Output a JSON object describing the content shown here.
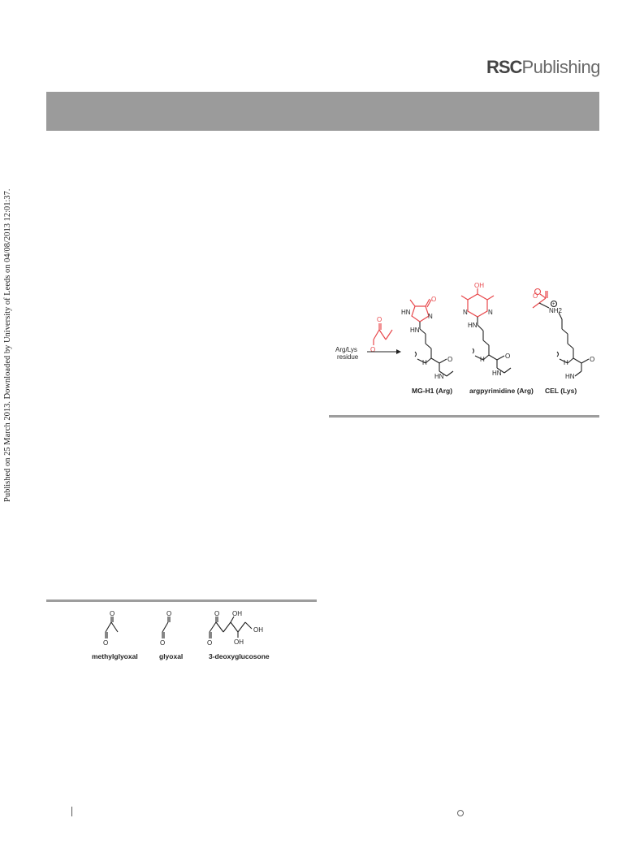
{
  "header": {
    "logo_bold": "RSC",
    "logo_light": "Publishing"
  },
  "sidebar": {
    "published_note": "Published on 25 March 2013. Downloaded by University of Leeds on 04/08/2013 12:01:37."
  },
  "figure_ages": {
    "reagent_label_line1": "Arg/Lys",
    "reagent_label_line2": "residue",
    "products": [
      {
        "name": "MG-H1 (Arg)",
        "atoms": {
          "hn": "HN",
          "n": "N",
          "hn2": "HN",
          "o": "O",
          "nh": "H",
          "hn3": "HN"
        }
      },
      {
        "name": "argpyrimidine (Arg)",
        "atoms": {
          "oh": "OH",
          "n1": "N",
          "n2": "N",
          "hn": "HN",
          "nh": "H",
          "hn2": "HN"
        }
      },
      {
        "name": "CEL (Lys)",
        "atoms": {
          "o": "O",
          "nh2": "NH2",
          "nh": "H",
          "hn": "HN"
        }
      }
    ],
    "highlight_color": "#e8474b"
  },
  "figure_dicarbonyls": {
    "compounds": [
      {
        "name": "methylglyoxal"
      },
      {
        "name": "glyoxal"
      },
      {
        "name": "3-deoxyglucosone",
        "atoms": {
          "oh1": "OH",
          "oh2": "OH",
          "oh3": "OH"
        }
      }
    ]
  },
  "colors": {
    "banner": "#9b9b9b",
    "rule": "#9d9d9d"
  }
}
